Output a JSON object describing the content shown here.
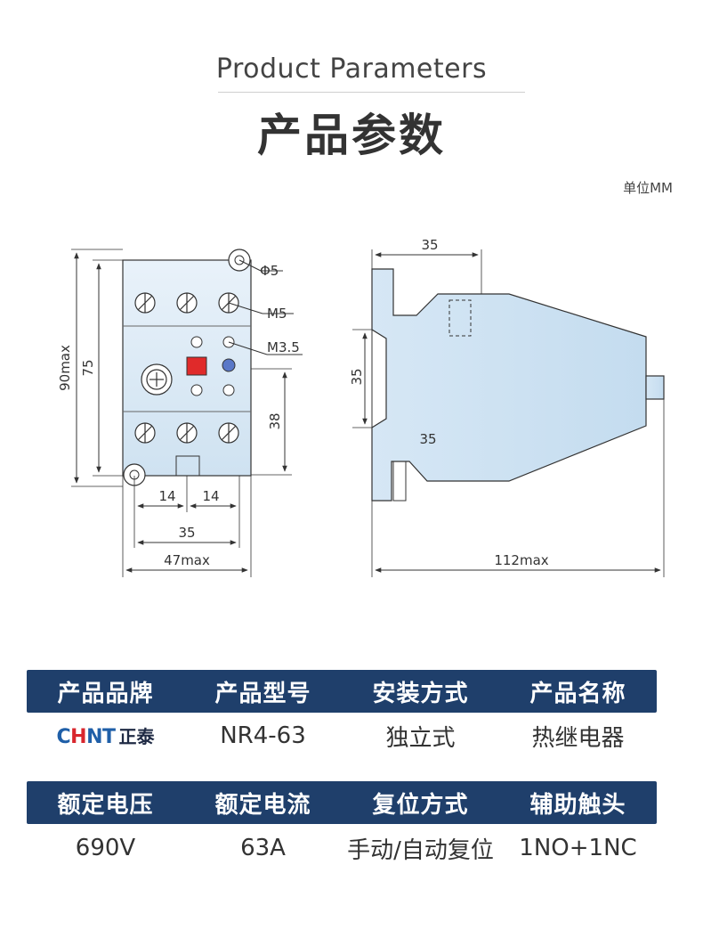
{
  "header": {
    "title_en": "Product Parameters",
    "title_cn": "产品参数",
    "unit": "单位MM"
  },
  "drawing": {
    "front": {
      "phi5": "Φ5",
      "m5": "M5",
      "m35": "M3.5",
      "h90": "90max",
      "h75": "75",
      "h38": "38",
      "w14a": "14",
      "w14b": "14",
      "w35": "35",
      "w47": "47max"
    },
    "side": {
      "top35": "35",
      "left35": "35",
      "mid35": "35",
      "w112": "112max"
    }
  },
  "table": {
    "row1_headers": [
      "产品品牌",
      "产品型号",
      "安装方式",
      "产品名称"
    ],
    "brand_logo": "CHNT",
    "brand_cn": "正泰",
    "row1_values": [
      "NR4-63",
      "独立式",
      "热继电器"
    ],
    "row2_headers": [
      "额定电压",
      "额定电流",
      "复位方式",
      "辅助触头"
    ],
    "row2_values": [
      "690V",
      "63A",
      "手动/自动复位",
      "1NO+1NC"
    ]
  },
  "colors": {
    "header_bar": "#1f3f6b",
    "body_fill": "#dbe9f5",
    "reset_red": "#e02a2a",
    "reset_blue": "#5a78c8",
    "logo_blue": "#1f5fa8",
    "logo_red": "#d8262d"
  }
}
